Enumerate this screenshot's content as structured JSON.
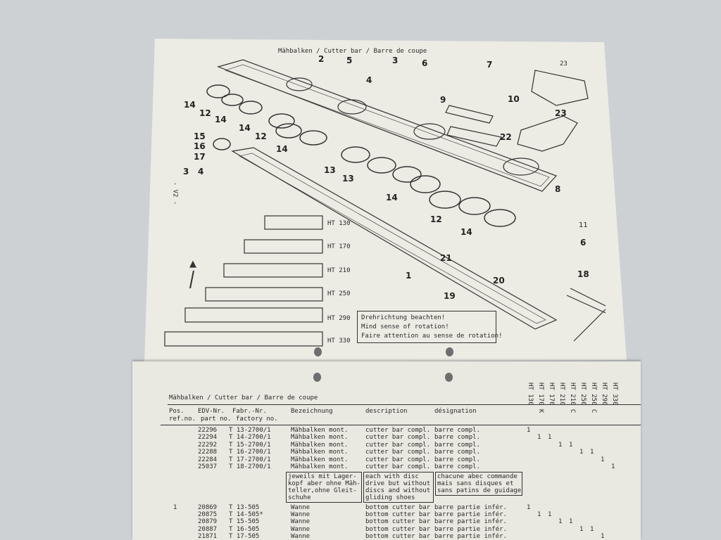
{
  "diagram": {
    "title": "Mähbalken / Cutter bar / Barre de coupe",
    "page_ref": "23",
    "side_label": "- V2 -",
    "callouts": [
      "2",
      "5",
      "3",
      "4",
      "6",
      "9",
      "7",
      "10",
      "22",
      "23",
      "14",
      "12",
      "14",
      "14",
      "12",
      "14",
      "15",
      "16",
      "17",
      "3",
      "4",
      "13",
      "13",
      "14",
      "12",
      "14",
      "8",
      "11",
      "6",
      "1",
      "21",
      "20",
      "19",
      "18"
    ],
    "models": [
      "HT 130",
      "HT 170",
      "HT 210",
      "HT 250",
      "HT 290",
      "HT 330"
    ],
    "warning": [
      "Drehrichtung beachten!",
      "Mind sense of rotation!",
      "Faire attention au sense de rotation!"
    ]
  },
  "table": {
    "title": "Mähbalken / Cutter bar / Barre de coupe",
    "headers": {
      "pos": [
        "Pos.",
        "ref.no."
      ],
      "edv": [
        "EDV-Nr.",
        "part no."
      ],
      "fabr": [
        "Fabr.-Nr.",
        "factory no."
      ],
      "bez": "Bezeichnung",
      "desc": "description",
      "des": "désignation"
    },
    "model_columns": [
      "HT 130",
      "HT 170 K",
      "HT 170",
      "HT 210",
      "HT 210 C",
      "HT 250",
      "HT 250 C",
      "HT 290",
      "HT 330"
    ],
    "rows": [
      {
        "pos": "",
        "edv": "22296",
        "fabr": "T 13-2700/1",
        "bez": "Mähbalken mont.",
        "desc": "cutter bar compl.",
        "des": "barre compl.",
        "qty": [
          "1",
          "",
          "",
          "",
          "",
          "",
          "",
          "",
          ""
        ]
      },
      {
        "pos": "",
        "edv": "22294",
        "fabr": "T 14-2700/1",
        "bez": "Mähbalken mont.",
        "desc": "cutter bar compl.",
        "des": "barre compl.",
        "qty": [
          "",
          "1",
          "1",
          "",
          "",
          "",
          "",
          "",
          ""
        ]
      },
      {
        "pos": "",
        "edv": "22292",
        "fabr": "T 15-2700/1",
        "bez": "Mähbalken mont.",
        "desc": "cutter bar compl.",
        "des": "barre compl.",
        "qty": [
          "",
          "",
          "",
          "1",
          "1",
          "",
          "",
          "",
          ""
        ]
      },
      {
        "pos": "",
        "edv": "22288",
        "fabr": "T 16-2700/1",
        "bez": "Mähbalken mont.",
        "desc": "cutter bar compl.",
        "des": "barre compl.",
        "qty": [
          "",
          "",
          "",
          "",
          "",
          "1",
          "1",
          "",
          ""
        ]
      },
      {
        "pos": "",
        "edv": "22284",
        "fabr": "T 17-2700/1",
        "bez": "Mähbalken mont.",
        "desc": "cutter bar compl.",
        "des": "barre compl.",
        "qty": [
          "",
          "",
          "",
          "",
          "",
          "",
          "",
          "1",
          ""
        ]
      },
      {
        "pos": "",
        "edv": "25037",
        "fabr": "T 18-2700/1",
        "bez": "Mähbalken mont.",
        "desc": "cutter bar compl.",
        "des": "barre compl.",
        "qty": [
          "",
          "",
          "",
          "",
          "",
          "",
          "",
          "",
          "1"
        ]
      }
    ],
    "notes": {
      "bez": [
        "jeweils mit Lager-",
        "kopf aber ohne Mäh-",
        "teller,ohne Gleit-",
        "schuhe"
      ],
      "desc": [
        "each with disc",
        "drive but without",
        "discs and without",
        "gliding shoes"
      ],
      "des": [
        "chacune abec commande",
        "mais sans disques et",
        "sans patins de guidage"
      ]
    },
    "rows2": [
      {
        "pos": "1",
        "edv": "20869",
        "fabr": "T 13-505",
        "bez": "Wanne",
        "desc": "bottom cutter bar",
        "des": "barre partie infér.",
        "qty": [
          "1",
          "",
          "",
          "",
          "",
          "",
          "",
          "",
          ""
        ]
      },
      {
        "pos": "",
        "edv": "20875",
        "fabr": "T 14-505*",
        "bez": "Wanne",
        "desc": "bottom cutter bar",
        "des": "barre partie infér.",
        "qty": [
          "",
          "1",
          "1",
          "",
          "",
          "",
          "",
          "",
          ""
        ]
      },
      {
        "pos": "",
        "edv": "20879",
        "fabr": "T 15-505",
        "bez": "Wanne",
        "desc": "bottom cutter bar",
        "des": "barre partie infér.",
        "qty": [
          "",
          "",
          "",
          "1",
          "1",
          "",
          "",
          "",
          ""
        ]
      },
      {
        "pos": "",
        "edv": "20887",
        "fabr": "T 16-505",
        "bez": "Wanne",
        "desc": "bottom cutter bar",
        "des": "barre partie infér.",
        "qty": [
          "",
          "",
          "",
          "",
          "",
          "1",
          "1",
          "",
          ""
        ]
      },
      {
        "pos": "",
        "edv": "21871",
        "fabr": "T 17-505",
        "bez": "Wanne",
        "desc": "bottom cutter bar",
        "des": "barre partie infér.",
        "qty": [
          "",
          "",
          "",
          "",
          "",
          "",
          "",
          "1",
          ""
        ]
      }
    ]
  }
}
